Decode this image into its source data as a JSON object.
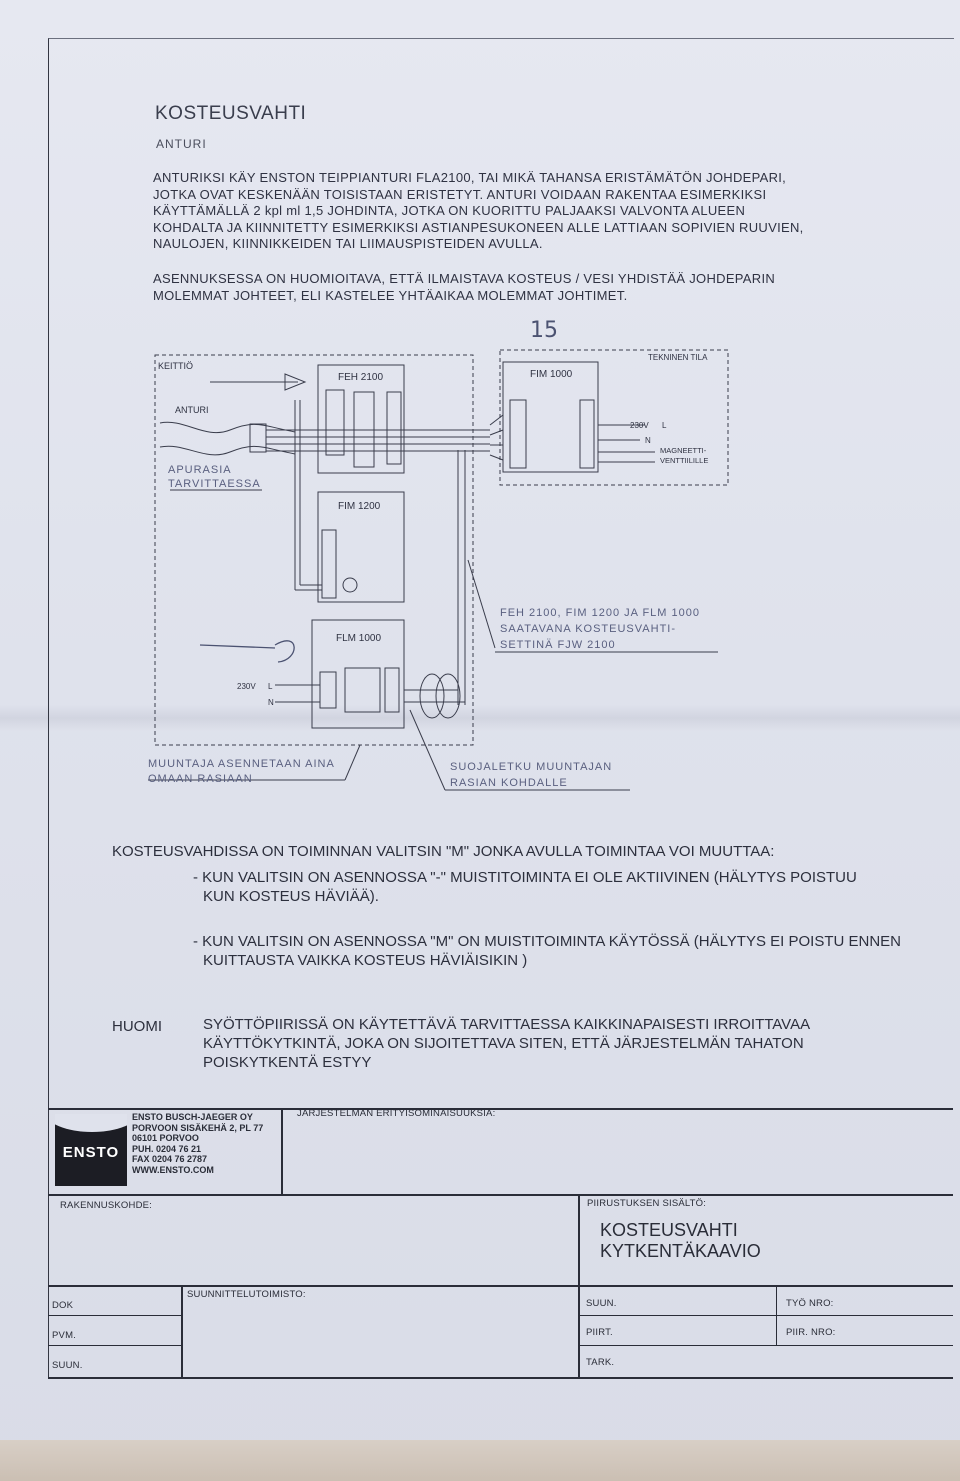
{
  "header": {
    "title": "KOSTEUSVAHTI",
    "subtitle": "ANTURI"
  },
  "intro": {
    "lines": [
      "ANTURIKSI KÄY ENSTON TEIPPIANTURI FLA2100, TAI MIKÄ TAHANSA ERISTÄMÄTÖN JOHDEPARI,",
      "JOTKA OVAT KESKENÄÄN TOISISTAAN ERISTETYT. ANTURI VOIDAAN RAKENTAA ESIMERKIKSI",
      "KÄYTTÄMÄLLÄ 2 kpl ml 1,5 JOHDINTA, JOTKA ON KUORITTU PALJAAKSI VALVONTA ALUEEN",
      "KOHDALTA JA KIINNITETTY ESIMERKIKSI ASTIANPESUKONEEN ALLE LATTIAAN SOPIVIEN RUUVIEN,",
      "NAULOJEN, KIINNIKKEIDEN TAI LIIMAUSPISTEIDEN AVULLA."
    ],
    "note_lines": [
      "ASENNUKSESSA ON HUOMIOITAVA, ETTÄ ILMAISTAVA KOSTEUS / VESI YHDISTÄÄ JOHDEPARIN",
      "MOLEMMAT JOHTEET, ELI KASTELEE YHTÄAIKAA MOLEMMAT JOHTIMET."
    ]
  },
  "handwritten": {
    "mark": "15"
  },
  "diagram": {
    "keittio": "KEITTIÖ",
    "tekninen_tila": "TEKNINEN TILA",
    "anturi": "ANTURI",
    "apurasia": [
      "APURASIA",
      "TARVITTAESSA"
    ],
    "feh": "FEH 2100",
    "fim1000": "FIM 1000",
    "fim1200": "FIM 1200",
    "flm": "FLM 1000",
    "v230_right": "230V",
    "l": "L",
    "n": "N",
    "magneetti": [
      "MAGNEETTI-",
      "VENTTIILILLE"
    ],
    "v230_left": "230V",
    "setti": [
      "FEH 2100, FIM 1200 JA FLM 1000",
      "SAATAVANA KOSTEUSVAHTI-",
      "SETTINÄ FJW 2100"
    ],
    "muuntaja": [
      "MUUNTAJA ASENNETAAN AINA",
      "OMAAN RASIAAN"
    ],
    "suojaletku": [
      "SUOJALETKU MUUNTAJAN",
      "RASIAN KOHDALLE"
    ]
  },
  "selector": {
    "heading": "KOSTEUSVAHDISSA ON TOIMINNAN VALITSIN \"M\" JONKA AVULLA TOIMINTAA VOI MUUTTAA:",
    "option1": [
      "- KUN VALITSIN ON ASENNOSSA \"-\"  MUISTITOIMINTA EI OLE AKTIIVINEN (HÄLYTYS POISTUU",
      "KUN KOSTEUS HÄVIÄÄ)."
    ],
    "option2": [
      "- KUN VALITSIN ON ASENNOSSA \"M\" ON MUISTITOIMINTA KÄYTÖSSÄ (HÄLYTYS EI POISTU ENNEN",
      "KUITTAUSTA  VAIKKA KOSTEUS HÄVIÄISIKIN )"
    ]
  },
  "huomi": {
    "label": "HUOMI",
    "lines": [
      "SYÖTTÖPIIRISSÄ ON KÄYTETTÄVÄ TARVITTAESSA KAIKKINAPAISESTI IRROITTAVAA",
      "KÄYTTÖKYTKINTÄ, JOKA ON SIJOITETTAVA SITEN, ETTÄ JÄRJESTELMÄN TAHATON",
      "POISKYTKENTÄ ESTYY"
    ]
  },
  "titleblock": {
    "logo": "ENSTO",
    "company_lines": [
      "ENSTO BUSCH-JAEGER OY",
      "PORVOON SISÄKEHÄ 2, PL 77",
      "06101 PORVOO",
      "PUH. 0204 76 21",
      "FAX 0204 76 2787",
      "WWW.ENSTO.COM"
    ],
    "features": "JÄRJESTELMÄN ERITYISOMINAISUUKSIA:",
    "rakennuskohde": "RAKENNUSKOHDE:",
    "piirustus": "PIIRUSTUKSEN SISÄLTÖ:",
    "drawing_title": [
      "KOSTEUSVAHTI",
      "KYTKENTÄKAAVIO"
    ],
    "dok": "DOK",
    "pvm": "PVM.",
    "suun_left": "SUUN.",
    "suunnittelu": "SUUNNITTELUTOIMISTO:",
    "suun": "SUUN.",
    "piirt": "PIIRT.",
    "tark": "TARK.",
    "tyo": "TYÖ NRO:",
    "piir": "PIIR. NRO:"
  },
  "colors": {
    "ink": "#2c2f3d",
    "paper": "#e2e5ee",
    "pencil": "#4b5271",
    "logo": "#1c1d24"
  }
}
